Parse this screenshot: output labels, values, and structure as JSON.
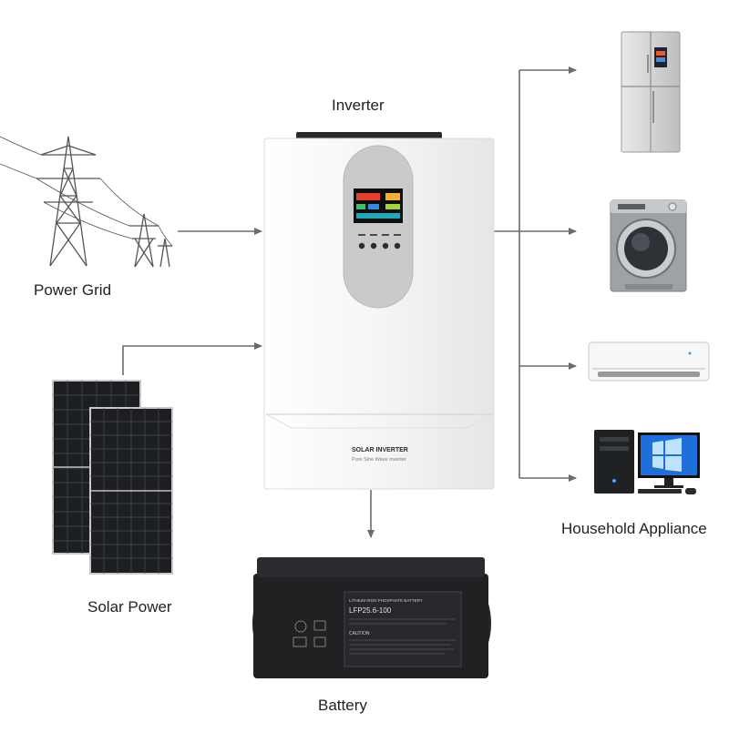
{
  "labels": {
    "inverter": "Inverter",
    "power_grid": "Power Grid",
    "solar_power": "Solar Power",
    "battery": "Battery",
    "household": "Household Appliance"
  },
  "inverter_panel": {
    "brand": "SOLAR INVERTER",
    "subtitle": "Pure Sine Wave Inverter"
  },
  "battery_panel": {
    "title": "LITHIUM IRON PHOSPHATE BATTERY",
    "model": "LFP25.6-100",
    "caution": "CAUTION"
  },
  "colors": {
    "arrow": "#6b6b6b",
    "inverter_body": "#f4f4f4",
    "inverter_panel": "#c8cacb",
    "battery_body": "#1f2123",
    "solar_cell": "#1c1e22"
  },
  "icons": [
    "power-tower-icon",
    "solar-panel-icon",
    "fridge-icon",
    "washer-icon",
    "air-conditioner-icon",
    "computer-icon"
  ]
}
